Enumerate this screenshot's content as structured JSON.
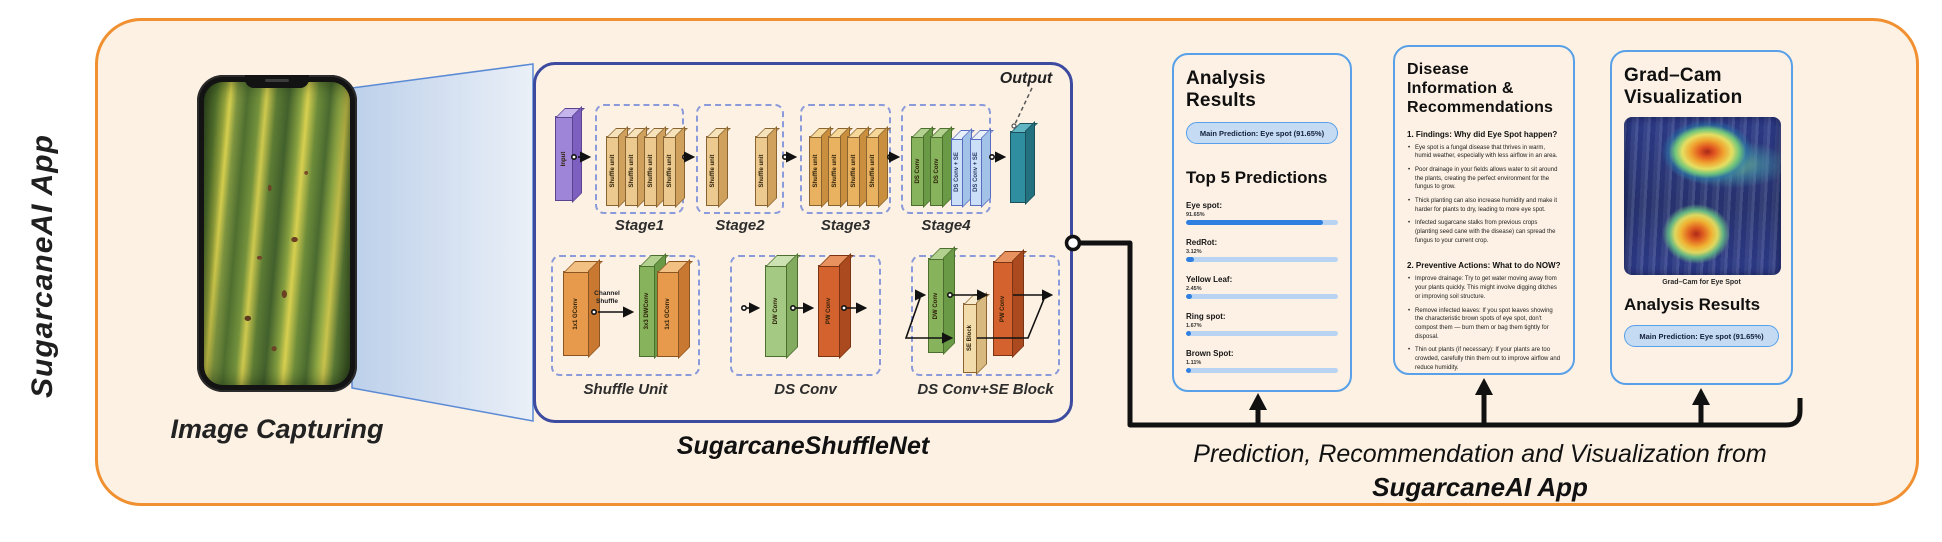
{
  "app_label": "SugarcaneAI App",
  "image_capturing_label": "Image Capturing",
  "network": {
    "title": "SugarcaneShuffleNet",
    "input_label": "Input",
    "output_label": "Output",
    "stages": [
      {
        "label": "Stage1",
        "blocks": [
          "Shuffle unit",
          "Shuffle unit",
          "Shuffle unit",
          "Shuffle unit"
        ]
      },
      {
        "label": "Stage2",
        "blocks": [
          "Shuffle unit",
          "Shuffle unit"
        ]
      },
      {
        "label": "Stage3",
        "blocks": [
          "Shuffle unit",
          "Shuffle unit",
          "Shuffle unit",
          "Shuffle unit"
        ]
      },
      {
        "label": "Stage4",
        "blocks": [
          "DS Conv",
          "DS Conv",
          "DS Conv + SE",
          "DS Conv + SE"
        ]
      }
    ],
    "shuffle_unit": {
      "label": "Shuffle Unit",
      "arrow_label": "Channel Shuffle",
      "blocks": [
        "1x1 GConv",
        "3x3 DWConv",
        "1x1 GConv"
      ]
    },
    "ds_conv": {
      "label": "DS Conv",
      "blocks": [
        "DW Conv",
        "PW Conv"
      ]
    },
    "ds_conv_se": {
      "label": "DS Conv+SE Block",
      "blocks": [
        "DW Conv",
        "SE Block",
        "PW Conv"
      ]
    }
  },
  "analysis_panel": {
    "title": "Analysis Results",
    "main_prediction": "Main Prediction: Eye spot (91.65%)",
    "top5_title": "Top 5 Predictions",
    "predictions": [
      {
        "label": "Eye spot:",
        "value": "91.65%",
        "pct": 90
      },
      {
        "label": "RedRot:",
        "value": "3.12%",
        "pct": 5
      },
      {
        "label": "Yellow Leaf:",
        "value": "2.45%",
        "pct": 4
      },
      {
        "label": "Ring spot:",
        "value": "1.67%",
        "pct": 3
      },
      {
        "label": "Brown Spot:",
        "value": "1.11%",
        "pct": 3
      }
    ]
  },
  "disease_panel": {
    "title": "Disease Information & Recommendations",
    "section1_title": "1. Findings: Why did Eye Spot happen?",
    "section1_bullets": [
      "Eye spot is a fungal disease that thrives in warm, humid weather, especially with less airflow in an area.",
      "Poor drainage in your fields allows water to sit around the plants, creating the perfect environment for the fungus to grow.",
      "Thick planting can also increase humidity and make it harder for plants to dry, leading to more eye spot.",
      "Infected sugarcane stalks from previous crops (planting seed cane with the disease) can spread the fungus to your current crop."
    ],
    "section2_title": "2. Preventive Actions: What to do NOW?",
    "section2_bullets": [
      "Improve drainage: Try to get water moving away from your plants quickly. This might involve digging ditches or improving soil structure.",
      "Remove infected leaves: If you spot leaves showing the characteristic brown spots of eye spot, don't compost them — burn them or bag them tightly for disposal.",
      "Thin out plants (if necessary): If your plants are too crowded, carefully thin them out to improve airflow and reduce humidity."
    ]
  },
  "gradcam_panel": {
    "title": "Grad–Cam Visualization",
    "caption": "Grad–Cam for Eye Spot",
    "analysis_title": "Analysis Results",
    "main_prediction": "Main Prediction: Eye spot (91.65%)"
  },
  "footer": {
    "line1": "Prediction, Recommendation and Visualization from",
    "line2": "SugarcaneAI App"
  }
}
